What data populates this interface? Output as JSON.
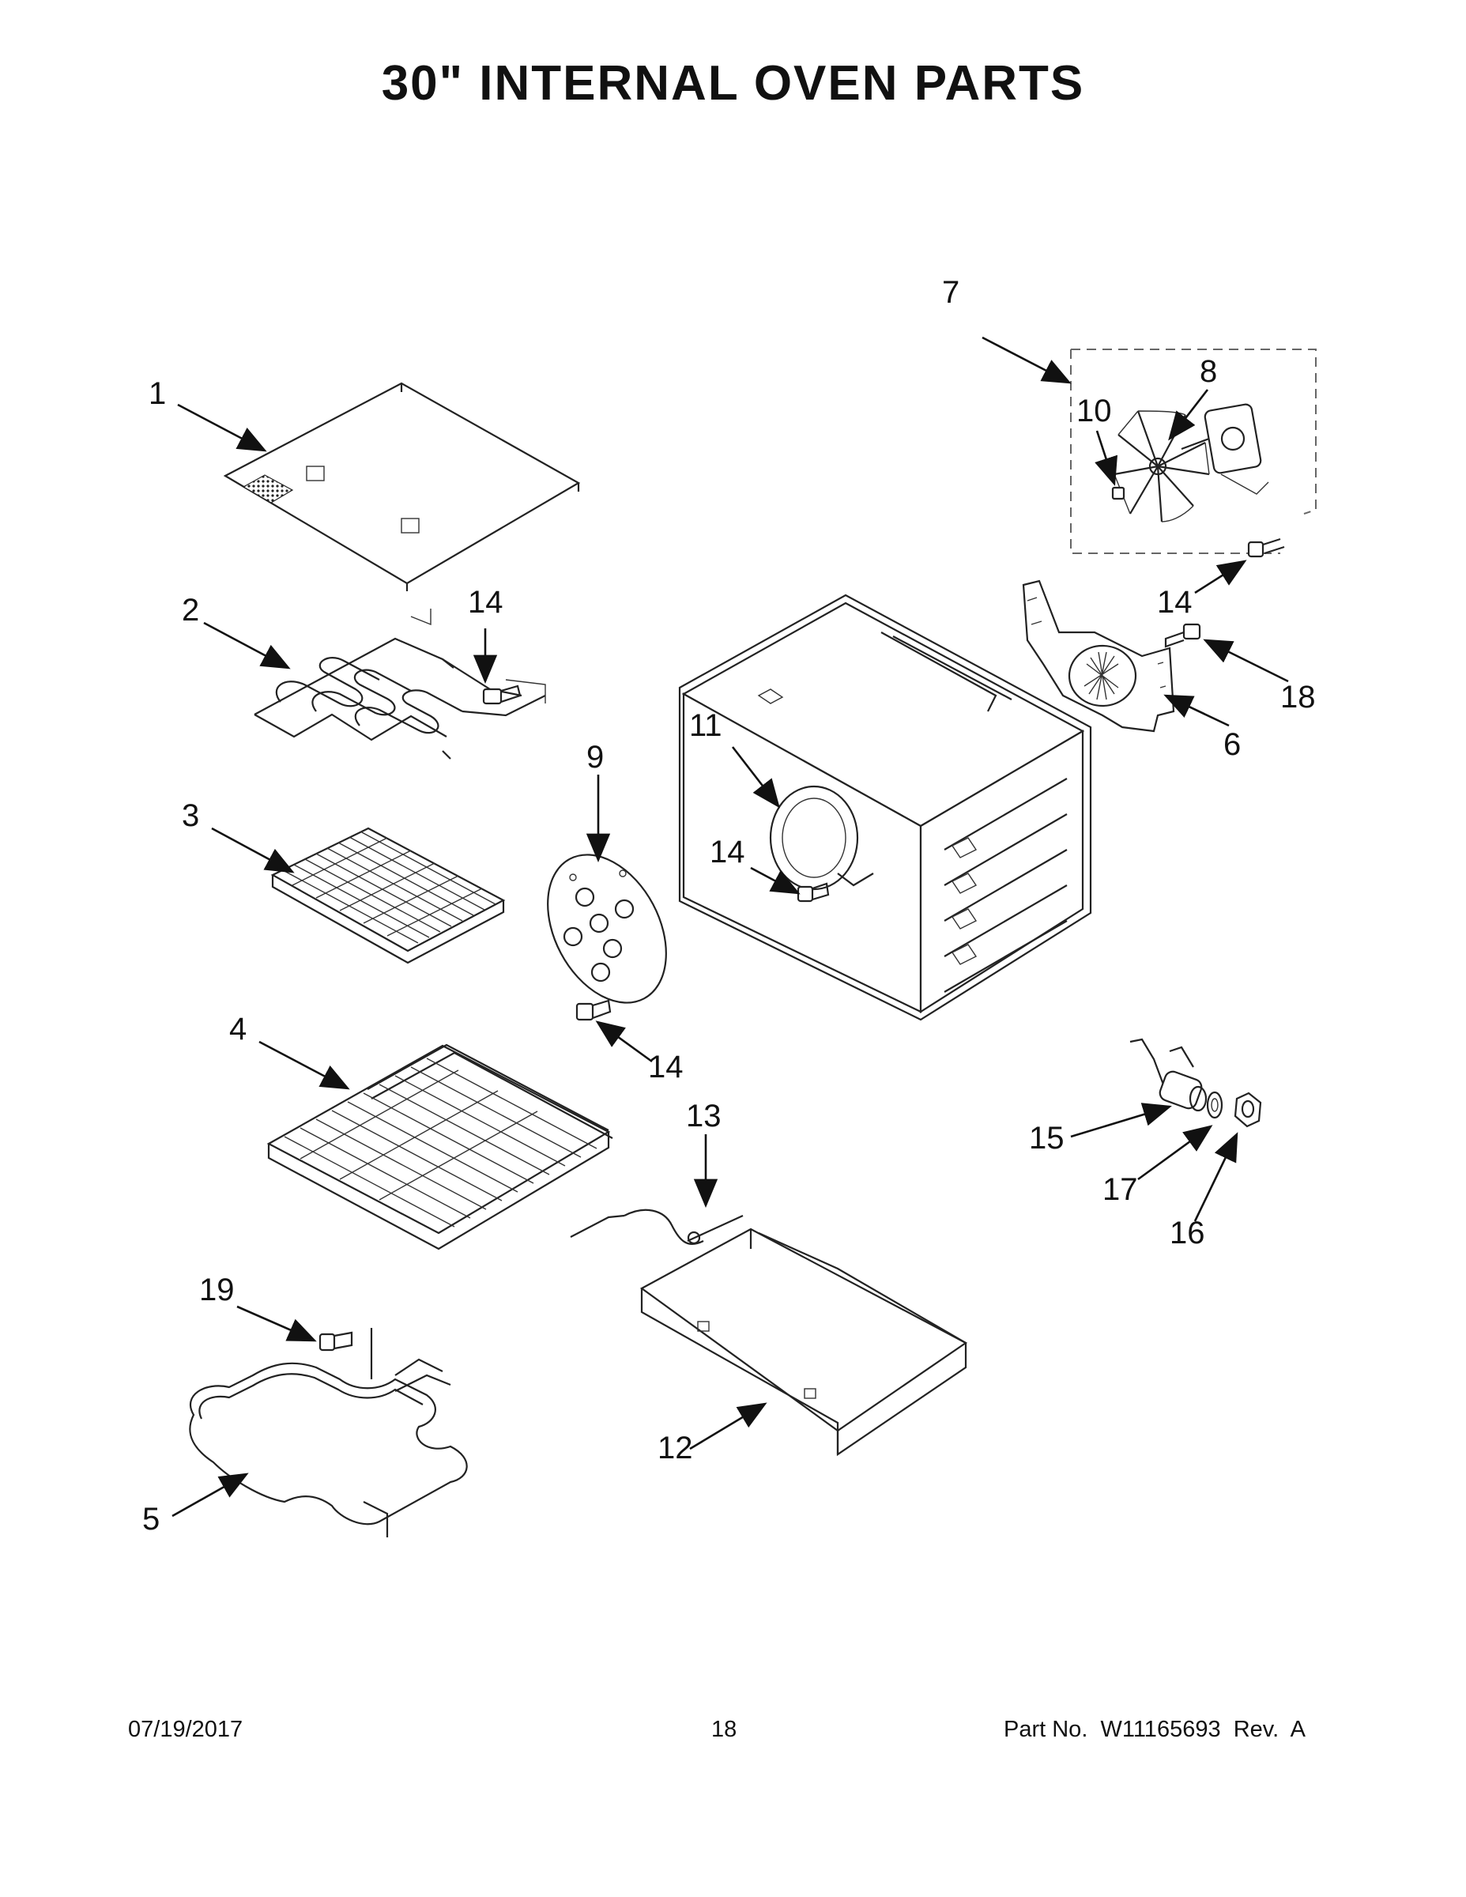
{
  "page": {
    "title": "30\" INTERNAL OVEN PARTS"
  },
  "callouts": [
    "1",
    "2",
    "14",
    "3",
    "4",
    "19",
    "5",
    "9",
    "14",
    "13",
    "12",
    "11",
    "14",
    "7",
    "8",
    "10",
    "14",
    "18",
    "6",
    "15",
    "17",
    "16"
  ],
  "footer": {
    "date": "07/19/2017",
    "page_number": "18",
    "part_number": "Part No.  W11165693  Rev.  A"
  }
}
